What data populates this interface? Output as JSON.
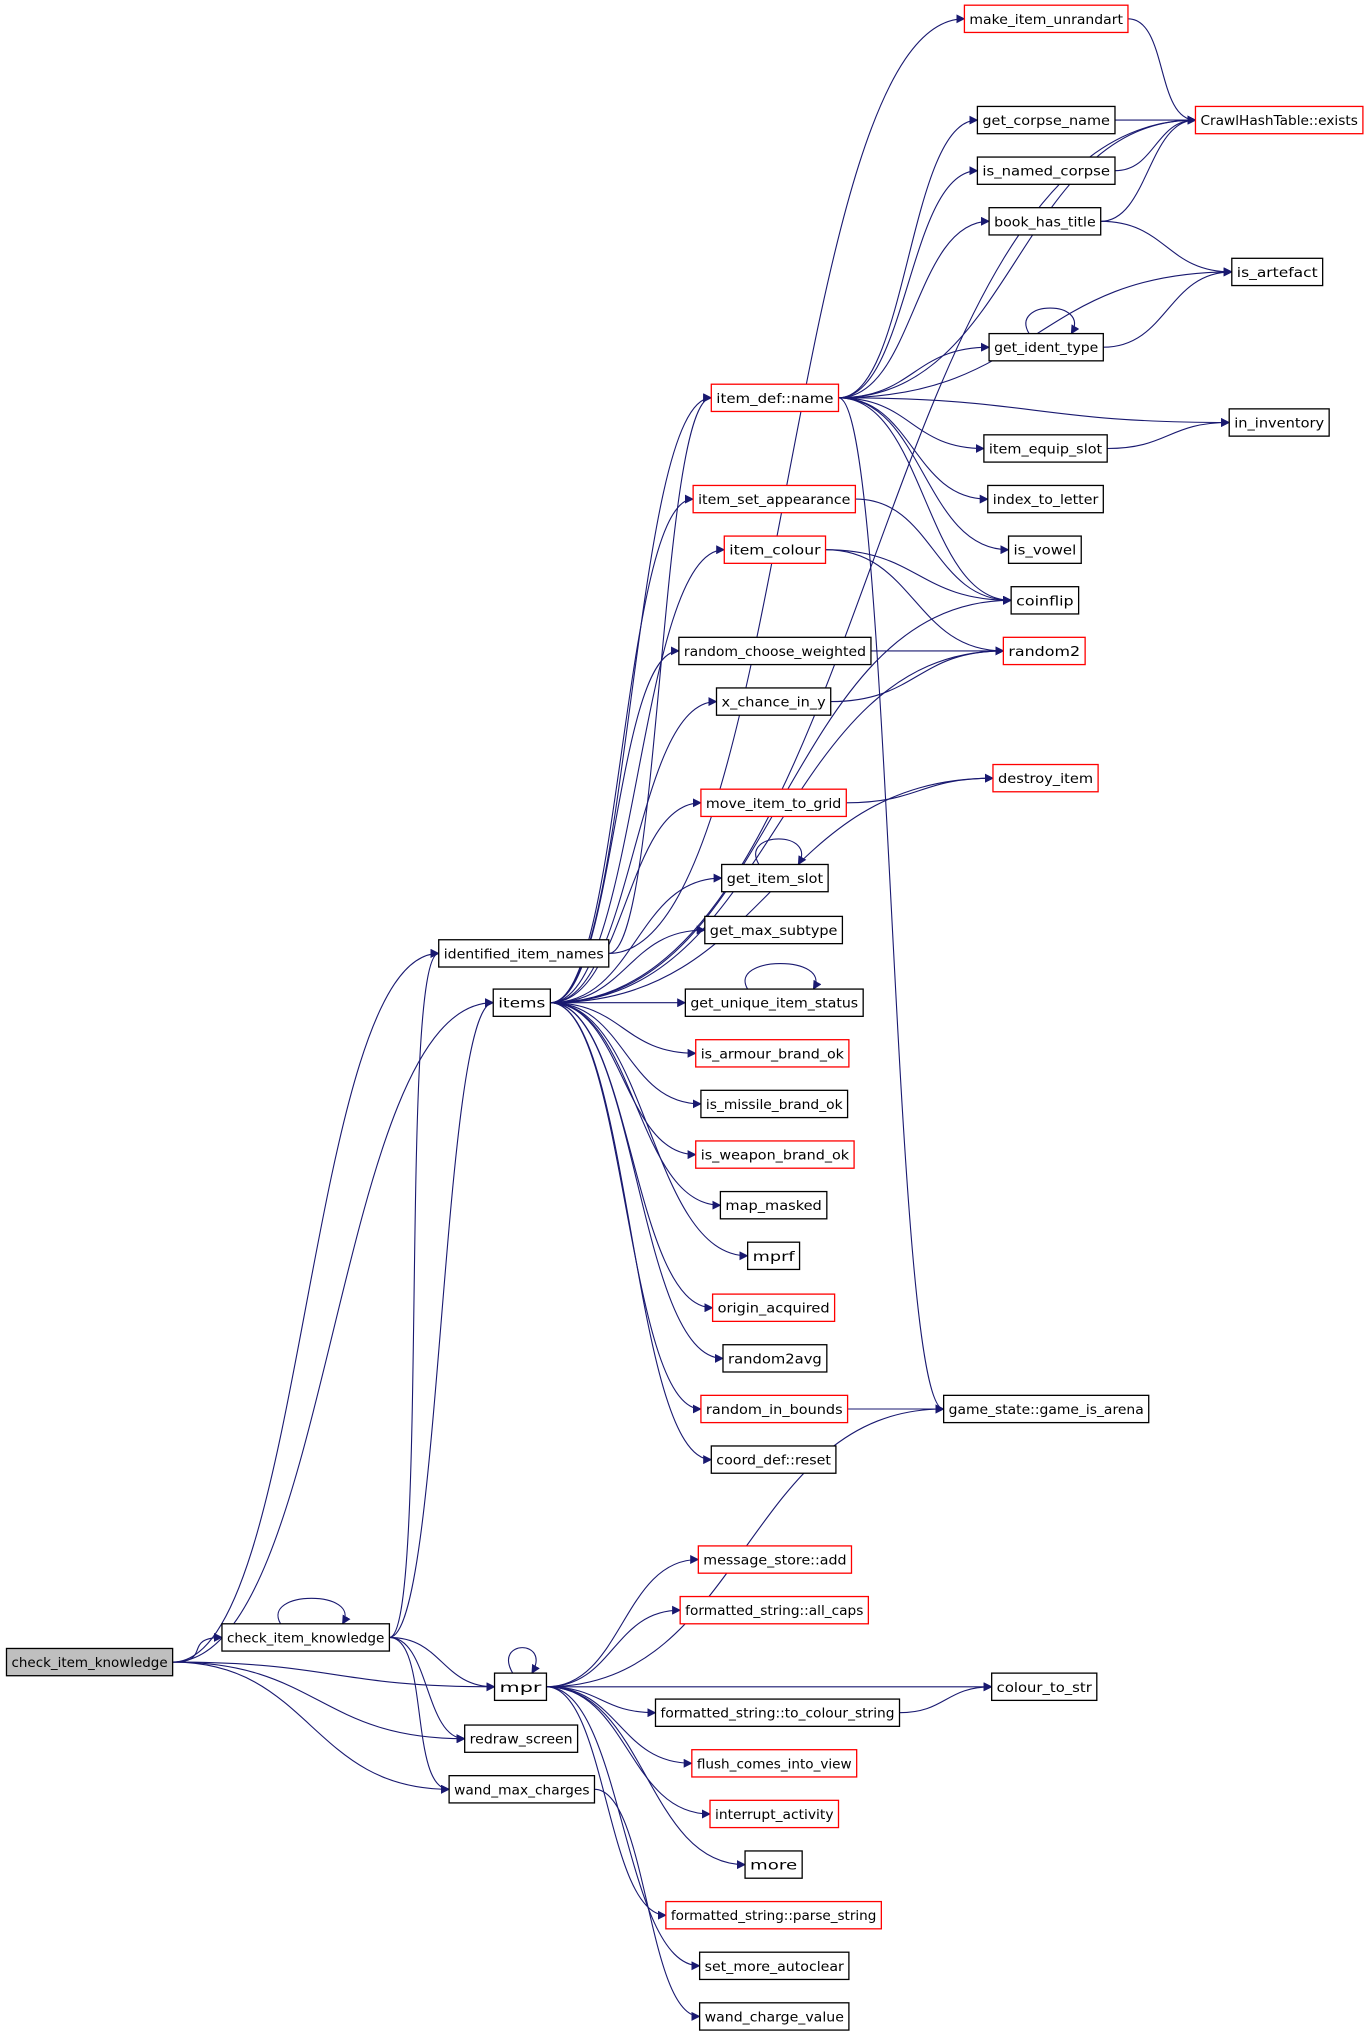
{
  "graph": {
    "nodes": [
      {
        "id": "check_item_knowledge_root",
        "label": "check_item_knowledge",
        "style": "root"
      },
      {
        "id": "check_item_knowledge",
        "label": "check_item_knowledge",
        "style": "black"
      },
      {
        "id": "identified_item_names",
        "label": "identified_item_names",
        "style": "black"
      },
      {
        "id": "items",
        "label": "items",
        "style": "black"
      },
      {
        "id": "mpr",
        "label": "mpr",
        "style": "black"
      },
      {
        "id": "redraw_screen",
        "label": "redraw_screen",
        "style": "black"
      },
      {
        "id": "wand_max_charges",
        "label": "wand_max_charges",
        "style": "black"
      },
      {
        "id": "make_item_unrandart",
        "label": "make_item_unrandart",
        "style": "red"
      },
      {
        "id": "get_corpse_name",
        "label": "get_corpse_name",
        "style": "black"
      },
      {
        "id": "is_named_corpse",
        "label": "is_named_corpse",
        "style": "black"
      },
      {
        "id": "book_has_title",
        "label": "book_has_title",
        "style": "black"
      },
      {
        "id": "get_ident_type",
        "label": "get_ident_type",
        "style": "black"
      },
      {
        "id": "item_def_name",
        "label": "item_def::name",
        "style": "red"
      },
      {
        "id": "item_equip_slot",
        "label": "item_equip_slot",
        "style": "black"
      },
      {
        "id": "index_to_letter",
        "label": "index_to_letter",
        "style": "black"
      },
      {
        "id": "is_vowel",
        "label": "is_vowel",
        "style": "black"
      },
      {
        "id": "item_set_appearance",
        "label": "item_set_appearance",
        "style": "red"
      },
      {
        "id": "item_colour",
        "label": "item_colour",
        "style": "red"
      },
      {
        "id": "coinflip",
        "label": "coinflip",
        "style": "black"
      },
      {
        "id": "random_choose_weighted",
        "label": "random_choose_weighted",
        "style": "black"
      },
      {
        "id": "random2",
        "label": "random2",
        "style": "red"
      },
      {
        "id": "x_chance_in_y",
        "label": "x_chance_in_y",
        "style": "black"
      },
      {
        "id": "destroy_item",
        "label": "destroy_item",
        "style": "red"
      },
      {
        "id": "move_item_to_grid",
        "label": "move_item_to_grid",
        "style": "red"
      },
      {
        "id": "get_item_slot",
        "label": "get_item_slot",
        "style": "black"
      },
      {
        "id": "get_max_subtype",
        "label": "get_max_subtype",
        "style": "black"
      },
      {
        "id": "get_unique_item_status",
        "label": "get_unique_item_status",
        "style": "black"
      },
      {
        "id": "is_armour_brand_ok",
        "label": "is_armour_brand_ok",
        "style": "red"
      },
      {
        "id": "is_missile_brand_ok",
        "label": "is_missile_brand_ok",
        "style": "black"
      },
      {
        "id": "is_weapon_brand_ok",
        "label": "is_weapon_brand_ok",
        "style": "red"
      },
      {
        "id": "map_masked",
        "label": "map_masked",
        "style": "black"
      },
      {
        "id": "mprf",
        "label": "mprf",
        "style": "black"
      },
      {
        "id": "origin_acquired",
        "label": "origin_acquired",
        "style": "red"
      },
      {
        "id": "random2avg",
        "label": "random2avg",
        "style": "black"
      },
      {
        "id": "random_in_bounds",
        "label": "random_in_bounds",
        "style": "red"
      },
      {
        "id": "coord_def_reset",
        "label": "coord_def::reset",
        "style": "black"
      },
      {
        "id": "game_state_game_is_arena",
        "label": "game_state::game_is_arena",
        "style": "black"
      },
      {
        "id": "crawlhashtable_exists",
        "label": "CrawlHashTable::exists",
        "style": "red"
      },
      {
        "id": "is_artefact",
        "label": "is_artefact",
        "style": "black"
      },
      {
        "id": "in_inventory",
        "label": "in_inventory",
        "style": "black"
      },
      {
        "id": "message_store_add",
        "label": "message_store::add",
        "style": "red"
      },
      {
        "id": "formatted_string_all_caps",
        "label": "formatted_string::all_caps",
        "style": "red"
      },
      {
        "id": "colour_to_str",
        "label": "colour_to_str",
        "style": "black"
      },
      {
        "id": "formatted_string_to_colour_string",
        "label": "formatted_string::to_colour_string",
        "style": "black"
      },
      {
        "id": "flush_comes_into_view",
        "label": "flush_comes_into_view",
        "style": "red"
      },
      {
        "id": "interrupt_activity",
        "label": "interrupt_activity",
        "style": "red"
      },
      {
        "id": "more",
        "label": "more",
        "style": "black"
      },
      {
        "id": "formatted_string_parse_string",
        "label": "formatted_string::parse_string",
        "style": "red"
      },
      {
        "id": "set_more_autoclear",
        "label": "set_more_autoclear",
        "style": "black"
      },
      {
        "id": "wand_charge_value",
        "label": "wand_charge_value",
        "style": "black"
      }
    ],
    "edges": [
      [
        "check_item_knowledge_root",
        "check_item_knowledge"
      ],
      [
        "check_item_knowledge_root",
        "identified_item_names"
      ],
      [
        "check_item_knowledge_root",
        "items"
      ],
      [
        "check_item_knowledge_root",
        "mpr"
      ],
      [
        "check_item_knowledge_root",
        "redraw_screen"
      ],
      [
        "check_item_knowledge_root",
        "wand_max_charges"
      ],
      [
        "check_item_knowledge",
        "check_item_knowledge"
      ],
      [
        "check_item_knowledge",
        "identified_item_names"
      ],
      [
        "check_item_knowledge",
        "items"
      ],
      [
        "check_item_knowledge",
        "mpr"
      ],
      [
        "check_item_knowledge",
        "redraw_screen"
      ],
      [
        "check_item_knowledge",
        "wand_max_charges"
      ],
      [
        "identified_item_names",
        "make_item_unrandart"
      ],
      [
        "identified_item_names",
        "item_def_name"
      ],
      [
        "items",
        "item_def_name"
      ],
      [
        "items",
        "item_set_appearance"
      ],
      [
        "items",
        "item_colour"
      ],
      [
        "items",
        "random_choose_weighted"
      ],
      [
        "items",
        "x_chance_in_y"
      ],
      [
        "items",
        "move_item_to_grid"
      ],
      [
        "items",
        "get_item_slot"
      ],
      [
        "items",
        "get_max_subtype"
      ],
      [
        "items",
        "get_unique_item_status"
      ],
      [
        "items",
        "is_armour_brand_ok"
      ],
      [
        "items",
        "is_missile_brand_ok"
      ],
      [
        "items",
        "is_weapon_brand_ok"
      ],
      [
        "items",
        "map_masked"
      ],
      [
        "items",
        "mprf"
      ],
      [
        "items",
        "origin_acquired"
      ],
      [
        "items",
        "random2avg"
      ],
      [
        "items",
        "random_in_bounds"
      ],
      [
        "items",
        "coord_def_reset"
      ],
      [
        "items",
        "crawlhashtable_exists"
      ],
      [
        "items",
        "coinflip"
      ],
      [
        "items",
        "random2"
      ],
      [
        "items",
        "destroy_item"
      ],
      [
        "make_item_unrandart",
        "crawlhashtable_exists"
      ],
      [
        "get_corpse_name",
        "crawlhashtable_exists"
      ],
      [
        "is_named_corpse",
        "crawlhashtable_exists"
      ],
      [
        "book_has_title",
        "crawlhashtable_exists"
      ],
      [
        "book_has_title",
        "is_artefact"
      ],
      [
        "get_ident_type",
        "get_ident_type"
      ],
      [
        "get_ident_type",
        "is_artefact"
      ],
      [
        "item_def_name",
        "get_corpse_name"
      ],
      [
        "item_def_name",
        "is_named_corpse"
      ],
      [
        "item_def_name",
        "book_has_title"
      ],
      [
        "item_def_name",
        "is_artefact"
      ],
      [
        "item_def_name",
        "get_ident_type"
      ],
      [
        "item_def_name",
        "in_inventory"
      ],
      [
        "item_def_name",
        "item_equip_slot"
      ],
      [
        "item_def_name",
        "index_to_letter"
      ],
      [
        "item_def_name",
        "is_vowel"
      ],
      [
        "item_def_name",
        "coinflip"
      ],
      [
        "item_def_name",
        "crawlhashtable_exists"
      ],
      [
        "item_def_name",
        "game_state_game_is_arena"
      ],
      [
        "item_equip_slot",
        "in_inventory"
      ],
      [
        "item_set_appearance",
        "coinflip"
      ],
      [
        "item_colour",
        "coinflip"
      ],
      [
        "item_colour",
        "random2"
      ],
      [
        "random_choose_weighted",
        "random2"
      ],
      [
        "x_chance_in_y",
        "random2"
      ],
      [
        "move_item_to_grid",
        "destroy_item"
      ],
      [
        "get_item_slot",
        "get_item_slot"
      ],
      [
        "get_unique_item_status",
        "get_unique_item_status"
      ],
      [
        "random_in_bounds",
        "game_state_game_is_arena"
      ],
      [
        "mpr",
        "game_state_game_is_arena"
      ],
      [
        "mpr",
        "message_store_add"
      ],
      [
        "mpr",
        "formatted_string_all_caps"
      ],
      [
        "mpr",
        "colour_to_str"
      ],
      [
        "mpr",
        "formatted_string_to_colour_string"
      ],
      [
        "mpr",
        "flush_comes_into_view"
      ],
      [
        "mpr",
        "interrupt_activity"
      ],
      [
        "mpr",
        "more"
      ],
      [
        "mpr",
        "formatted_string_parse_string"
      ],
      [
        "mpr",
        "set_more_autoclear"
      ],
      [
        "mpr",
        "mpr"
      ],
      [
        "formatted_string_to_colour_string",
        "colour_to_str"
      ],
      [
        "wand_max_charges",
        "wand_charge_value"
      ]
    ]
  }
}
